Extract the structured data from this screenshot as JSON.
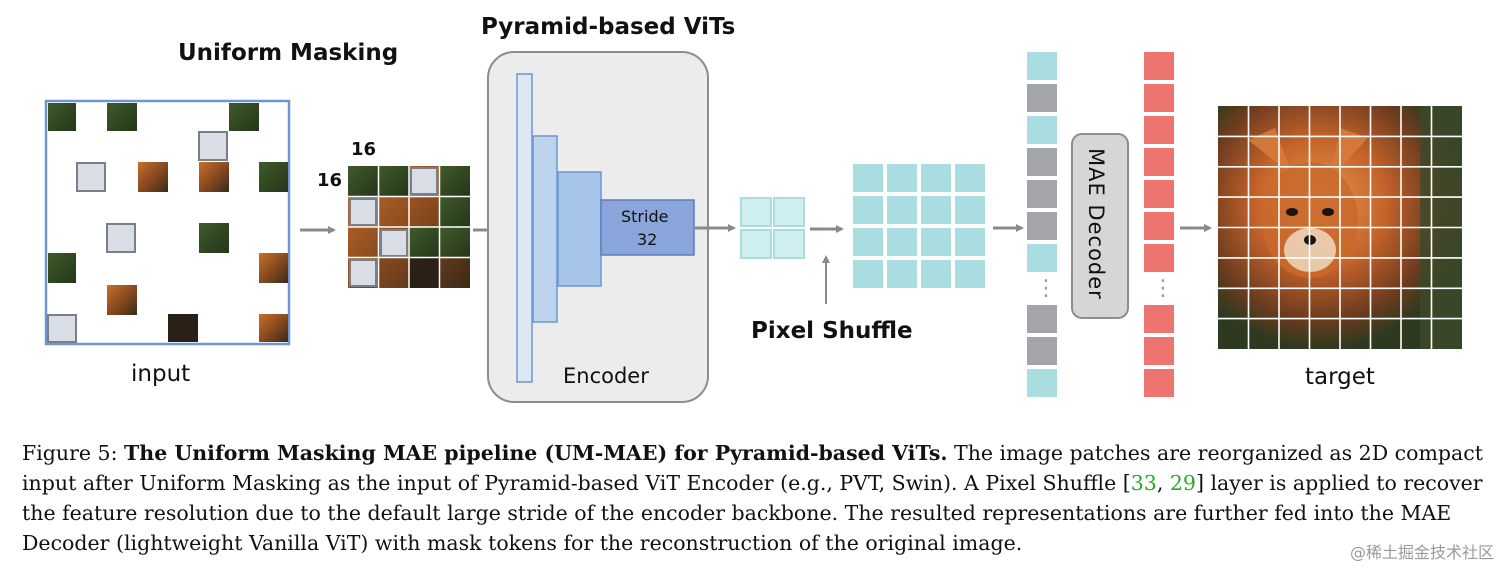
{
  "labels": {
    "uniform_masking": "Uniform Masking",
    "pyramid_vits": "Pyramid-based ViTs",
    "patch_w": "16",
    "patch_h": "16",
    "input": "input",
    "stride_line1": "Stride",
    "stride_line2": "32",
    "encoder": "Encoder",
    "pixel_shuffle": "Pixel Shuffle",
    "mae_decoder": "MAE Decoder",
    "target": "target",
    "dots": "⋮"
  },
  "caption": {
    "prefix": "Figure 5: ",
    "bold": "The Uniform Masking MAE pipeline (UM-MAE) for Pyramid-based ViTs.",
    "text1": " The image patches are reorganized as 2D compact input after Uniform Masking as the input of Pyramid-based ViT Encoder (e.g., PVT, Swin). A Pixel Shuffle [",
    "ref1": "33",
    "sep": ", ",
    "ref2": "29",
    "text2": "] layer is applied to recover the feature resolution due to the default large stride of the encoder backbone. The resulted representations are further fed into the MAE Decoder (lightweight Vanilla ViT) with mask tokens for the reconstruction of the original image."
  },
  "watermark": "@稀土掘金技术社区",
  "colors": {
    "teal": "#a9dde0",
    "gray_token": "#a3a5a8",
    "red_token": "#ee7470",
    "encoder_blue_light": "#bcd3ee",
    "encoder_blue_mid": "#a7c4ea",
    "encoder_blue_dark": "#8aa5d9",
    "input_border": "#6f96cf",
    "arrow": "#8a8a8a",
    "ref_green": "#2aa82a"
  }
}
